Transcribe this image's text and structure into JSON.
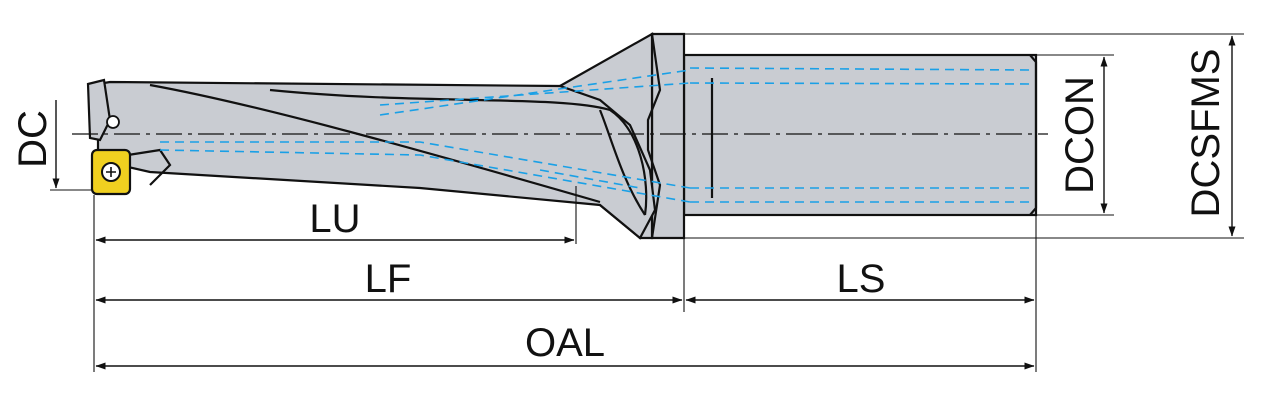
{
  "labels": {
    "dc": "DC",
    "lu": "LU",
    "lf": "LF",
    "ls": "LS",
    "oal": "OAL",
    "dcon": "DCON",
    "dcsfms": "DCSFMS"
  },
  "colors": {
    "body": "#c9ccd2",
    "outline": "#111111",
    "coolant": "#1aa0e6",
    "insert": "#f0d020"
  }
}
